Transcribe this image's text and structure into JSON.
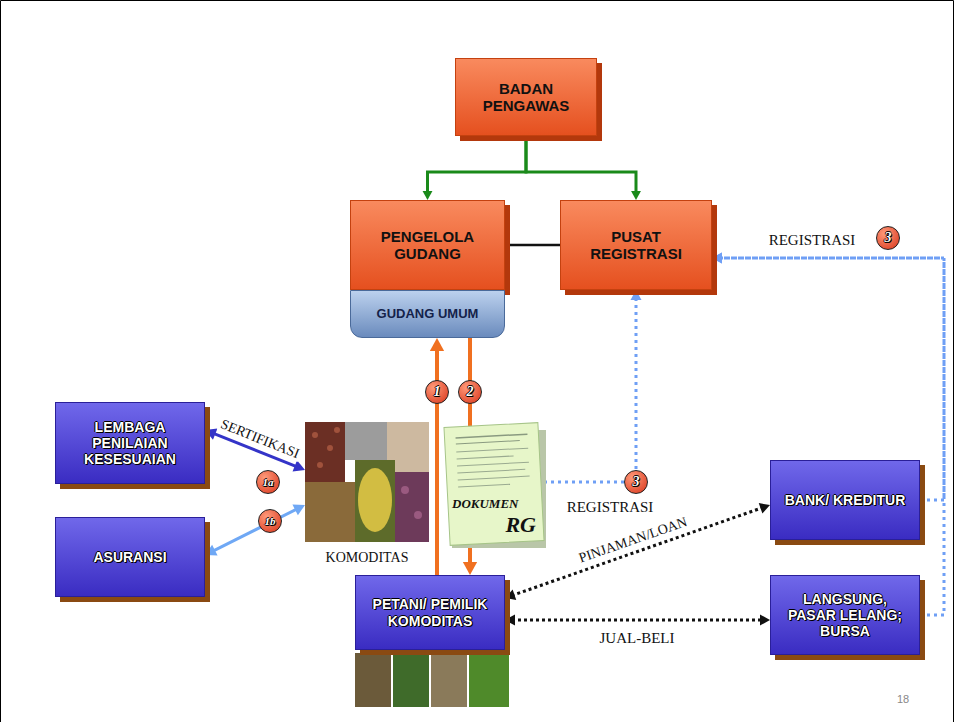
{
  "diagram": {
    "nodes": [
      {
        "text": [
          "BADAN PENGAWAS"
        ]
      },
      {
        "text": [
          "PENGELOLA GUDANG"
        ]
      },
      {
        "text": [
          "PUSAT REGISTRASI"
        ]
      },
      {
        "text": [
          "GUDANG UMUM"
        ]
      },
      {
        "text": [
          "LEMBAGA PENILAIAN KESESUAIAN"
        ]
      },
      {
        "text": [
          "KOMODITAS"
        ]
      },
      {
        "text": [
          "DOKUMEN",
          "RG"
        ]
      },
      {
        "text": [
          "BANK/ KREDITUR"
        ]
      },
      {
        "text": [
          "ASURANSI"
        ]
      },
      {
        "text": [
          "PETANI/ PEMILIK KOMODITAS"
        ]
      },
      {
        "text": [
          "LANGSUNG, PASAR LELANG; BURSA"
        ]
      }
    ],
    "edges": [
      {
        "from": 0,
        "to": 1,
        "arrow": "to"
      },
      {
        "from": 0,
        "to": 2,
        "arrow": "to"
      },
      {
        "from": 1,
        "to": 2,
        "arrow": "none"
      },
      {
        "from": 9,
        "to": 3,
        "arrow": "to"
      },
      {
        "from": 3,
        "to": 9,
        "arrow": "to"
      },
      {
        "from": 4,
        "to": 5,
        "arrow": "both",
        "label": "SERTIFIKASI"
      },
      {
        "from": 8,
        "to": 5,
        "arrow": "both"
      },
      {
        "from": 6,
        "to": 2,
        "arrow": "to",
        "label": "REGISTRASI"
      },
      {
        "from": 7,
        "to": 2,
        "arrow": "to",
        "label": "REGISTRASI"
      },
      {
        "from": 10,
        "to": 2,
        "arrow": "to"
      },
      {
        "from": 9,
        "to": 7,
        "arrow": "both",
        "label": "PINJAMAN/LOAN"
      },
      {
        "from": 9,
        "to": 10,
        "arrow": "both",
        "label": "JUAL-BELI"
      }
    ],
    "labels": [
      "3",
      "1",
      "2",
      "1a",
      "3",
      "1b",
      "18"
    ]
  }
}
